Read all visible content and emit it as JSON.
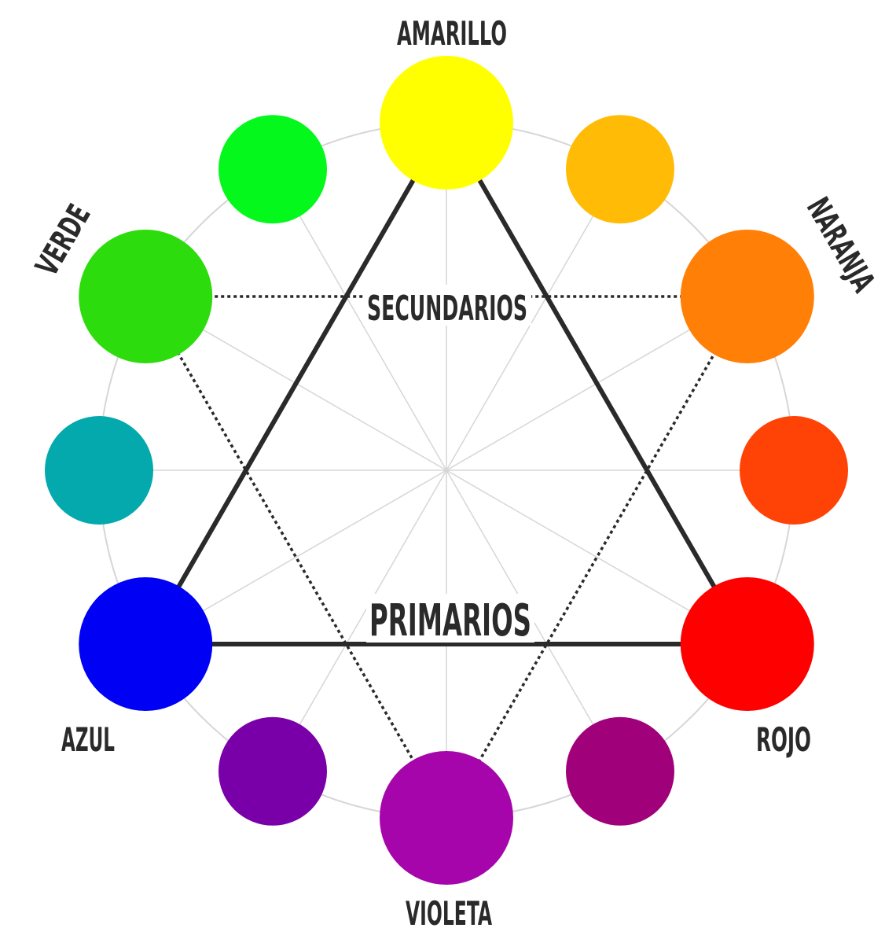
{
  "wheel": {
    "labels": {
      "top": "AMARILLO",
      "upper_right": "NARANJA",
      "lower_right": "ROJO",
      "bottom": "VIOLETA",
      "lower_left": "AZUL",
      "upper_left": "VERDE"
    },
    "captions": {
      "secondary": "SECUNDARIOS",
      "primary": "PRIMARIOS"
    },
    "colors": [
      {
        "id": "yellow",
        "hex": "#FFFF00",
        "size": "large",
        "label_key": "top"
      },
      {
        "id": "yellow-orange",
        "hex": "#FFBB05",
        "size": "small"
      },
      {
        "id": "orange",
        "hex": "#FF7F07",
        "size": "large",
        "label_key": "upper_right"
      },
      {
        "id": "red-orange",
        "hex": "#FF4306",
        "size": "small"
      },
      {
        "id": "red",
        "hex": "#FF0000",
        "size": "large",
        "label_key": "lower_right"
      },
      {
        "id": "red-violet",
        "hex": "#A0007A",
        "size": "small"
      },
      {
        "id": "violet",
        "hex": "#A505AA",
        "size": "large",
        "label_key": "bottom"
      },
      {
        "id": "blue-violet",
        "hex": "#7900A9",
        "size": "small"
      },
      {
        "id": "blue",
        "hex": "#0000F5",
        "size": "large",
        "label_key": "lower_left"
      },
      {
        "id": "blue-green",
        "hex": "#03A9AD",
        "size": "small"
      },
      {
        "id": "green",
        "hex": "#2DDC0C",
        "size": "large",
        "label_key": "upper_left"
      },
      {
        "id": "yellow-green",
        "hex": "#04F81C",
        "size": "small"
      }
    ],
    "line_colors": {
      "primary": "#2a2a2a",
      "secondary": "#2a2a2a",
      "guides": "#d6d6d6"
    }
  }
}
